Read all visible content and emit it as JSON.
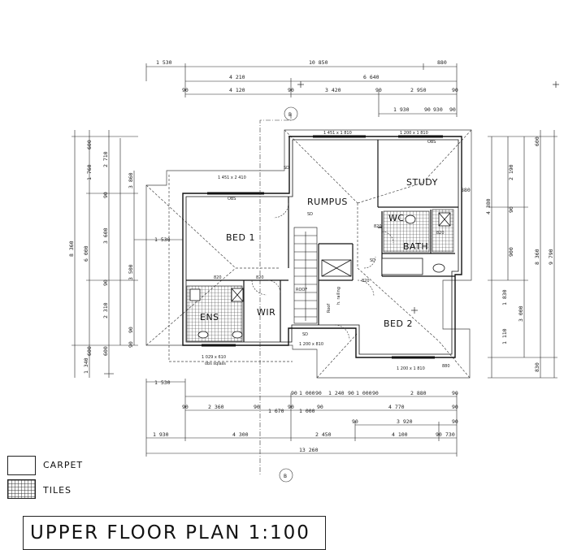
{
  "title": "UPPER FLOOR PLAN 1:100",
  "legend": [
    {
      "label": "CARPET",
      "pattern": "none"
    },
    {
      "label": "TILES",
      "pattern": "grid"
    }
  ],
  "rooms": {
    "bed1": "BED 1",
    "bed2": "BED 2",
    "rumpus": "RUMPUS",
    "study": "STUDY",
    "wc": "WC",
    "bath": "BATH",
    "ens": "ENS",
    "wir": "WIR"
  },
  "section_marker": "B",
  "top_dims": {
    "row1": [
      "1 530",
      "10 850",
      "880"
    ],
    "row2": [
      "4 210",
      "6 640"
    ],
    "row3": [
      "90",
      "4 120",
      "90",
      "3 420",
      "90",
      "2 950",
      "90"
    ],
    "row4": [
      "1 930",
      "90",
      "930",
      "90"
    ]
  },
  "bottom_dims": {
    "row1": [
      "1 530"
    ],
    "row2": [
      "90",
      "1 000",
      "90",
      "1 240",
      "90",
      "1 000",
      "90",
      "2 880",
      "90"
    ],
    "row3": [
      "90",
      "2 360",
      "90",
      "1 670",
      "90",
      "1 000",
      "90",
      "4 770",
      "90"
    ],
    "row4": [
      "90",
      "3 920",
      "90"
    ],
    "row5": [
      "1 930",
      "4 300",
      "2 450",
      "4 100",
      "90",
      "730"
    ],
    "row6": [
      "13 260"
    ]
  },
  "left_dims": {
    "outer": "8 360",
    "mid": [
      "6 000",
      "1 340"
    ],
    "inner": [
      "3 860",
      "3 600",
      "3 500"
    ],
    "detail": [
      "600",
      "1 760",
      "2 710",
      "90",
      "90",
      "90",
      "2 310",
      "600",
      "600",
      "90"
    ],
    "side": "1 530"
  },
  "right_dims": {
    "outer": [
      "8 360",
      "9 790"
    ],
    "mid": [
      "4 380",
      "1 830",
      "3 000",
      "1 110",
      "830"
    ],
    "inner": [
      "600",
      "2 190",
      "90",
      "900",
      "880"
    ]
  },
  "window_labels": [
    "1 451 x 2 410",
    "OBS",
    "1 451 x 1 810",
    "1 200 x 1 810",
    "OBS",
    "1 029 x 610",
    "obs sqlass",
    "1 200 x 810",
    "1 200 x 1 810"
  ],
  "notes": [
    "820",
    "820",
    "820",
    "820",
    "820",
    "SD",
    "SD",
    "SD",
    "SD",
    "ROOF",
    "h. railing",
    "880",
    "Roof"
  ]
}
